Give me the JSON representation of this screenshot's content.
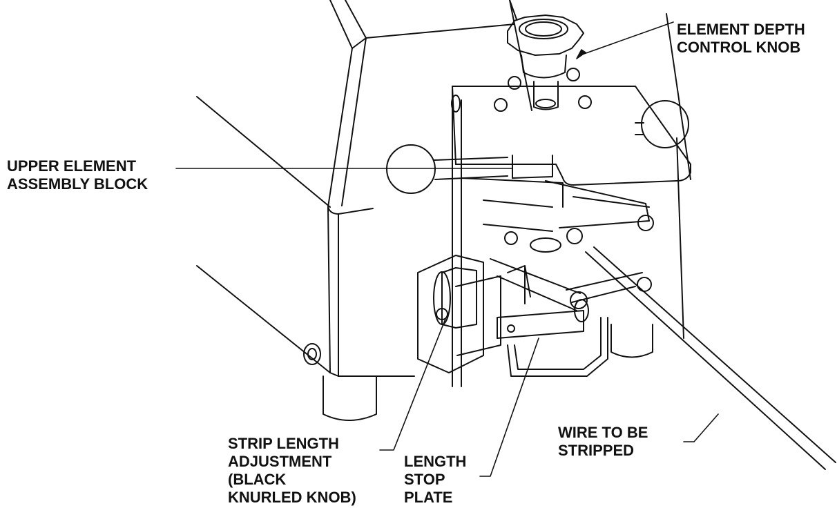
{
  "labels": {
    "element_depth": [
      "ELEMENT DEPTH",
      "CONTROL KNOB"
    ],
    "upper_element": [
      "UPPER ELEMENT",
      "ASSEMBLY BLOCK"
    ],
    "strip_length": [
      "STRIP LENGTH",
      "ADJUSTMENT",
      "(BLACK",
      "KNURLED KNOB)"
    ],
    "length_stop": [
      "LENGTH",
      "STOP",
      "PLATE"
    ],
    "wire": [
      "WIRE TO BE",
      "STRIPPED"
    ]
  },
  "colors": {
    "ink": "#111111",
    "background": "#ffffff"
  }
}
